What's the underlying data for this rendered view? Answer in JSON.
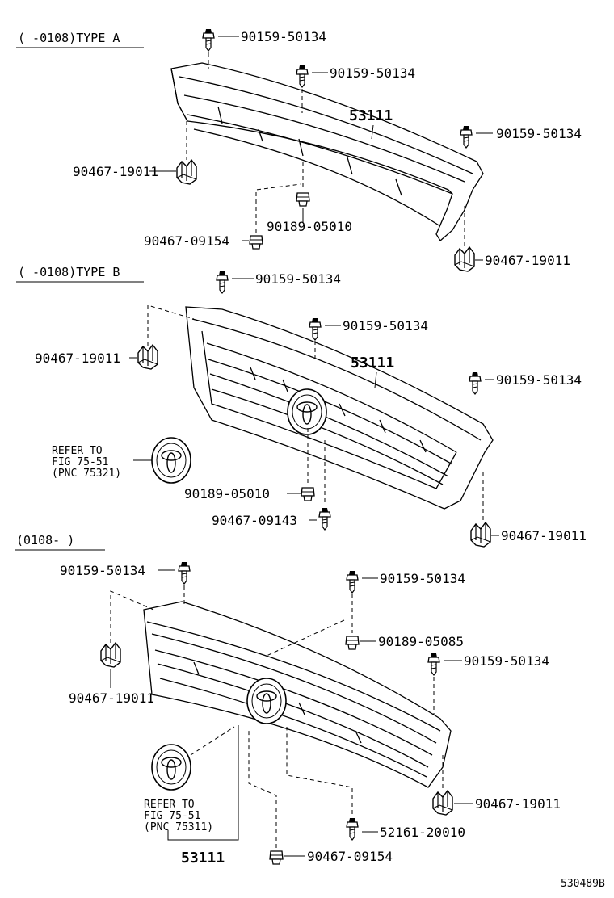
{
  "sections": {
    "a": {
      "title": "(     -0108)TYPE A"
    },
    "b": {
      "title": "(     -0108)TYPE B"
    },
    "c": {
      "title": "(0108-     )"
    }
  },
  "a": {
    "grille": "53111",
    "bolt_top": "90159-50134",
    "bolt_mid": "90159-50134",
    "bolt_right": "90159-50134",
    "clip_left": "90467-19011",
    "clip_right": "90467-19011",
    "nut": "90189-05010",
    "clip_bottom": "90467-09154"
  },
  "b": {
    "grille": "53111",
    "bolt_top": "90159-50134",
    "bolt_mid": "90159-50134",
    "bolt_right": "90159-50134",
    "clip_left": "90467-19011",
    "clip_right": "90467-19011",
    "nut": "90189-05010",
    "clip_bottom": "90467-09143",
    "refer_1": "REFER TO",
    "refer_2": "FIG 75-51",
    "refer_3": "(PNC 75321)"
  },
  "c": {
    "grille": "53111",
    "bolt_left": "90159-50134",
    "bolt_top": "90159-50134",
    "nut": "90189-05085",
    "bolt_right": "90159-50134",
    "clip_left": "90467-19011",
    "clip_right": "90467-19011",
    "screw": "52161-20010",
    "clip_bottom": "90467-09154",
    "refer_1": "REFER TO",
    "refer_2": "FIG 75-51",
    "refer_3": "(PNC 75311)"
  },
  "figure_id": "530489B"
}
